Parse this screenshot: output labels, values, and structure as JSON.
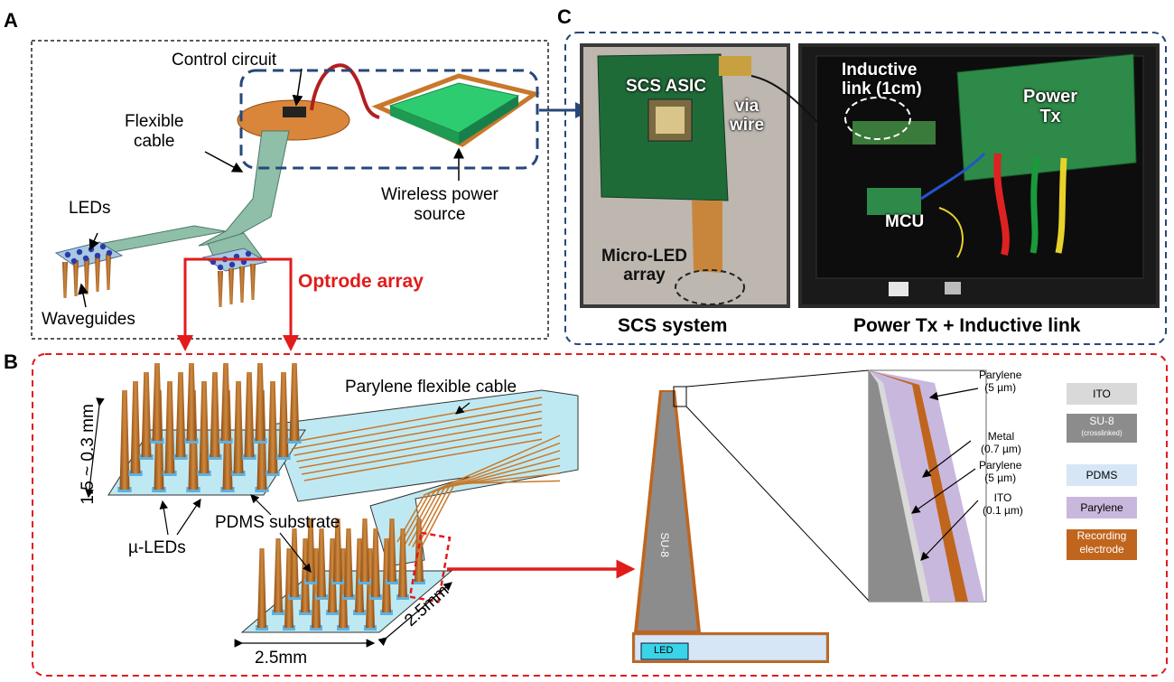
{
  "panels": {
    "a": "A",
    "b": "B",
    "c": "C"
  },
  "panelA": {
    "control_circuit": "Control circuit",
    "flexible_cable": "Flexible\ncable",
    "wireless_power_source": "Wireless power\nsource",
    "leds": "LEDs",
    "waveguides": "Waveguides",
    "optrode_array": "Optrode array"
  },
  "panelC": {
    "scs_asic": "SCS ASIC",
    "via_wire": "via\nwire",
    "micro_led_array": "Micro-LED\narray",
    "inductive_link": "Inductive\nlink (1cm)",
    "power_tx": "Power\nTx",
    "mcu": "MCU",
    "caption_left": "SCS system",
    "caption_right": "Power Tx + Inductive link"
  },
  "panelB": {
    "parylene_cable": "Parylene flexible cable",
    "thickness": "1.5 ~ 0.3 mm",
    "mu_leds": "µ-LEDs",
    "pdms_substrate": "PDMS substrate",
    "dim_bottom": "2.5mm",
    "dim_side": "2.5mm",
    "su8": "SU-8",
    "led": "LED",
    "layers": [
      {
        "name": "Parylene",
        "value": "(5 µm)"
      },
      {
        "name": "Metal",
        "value": "(0.7 µm)"
      },
      {
        "name": "Parylene",
        "value": "(5 µm)"
      },
      {
        "name": "ITO",
        "value": "(0.1 µm)"
      }
    ],
    "legend": [
      {
        "label": "ITO",
        "sub": "",
        "color": "#d9d9d9"
      },
      {
        "label": "SU-8",
        "sub": "(crosslinked)",
        "color": "#8c8c8c"
      },
      {
        "label": "PDMS",
        "sub": "",
        "color": "#d6e6f7"
      },
      {
        "label": "Parylene",
        "sub": "",
        "color": "#c9b8dd"
      },
      {
        "label": "Recording",
        "sub": "electrode",
        "color": "#c0651d"
      }
    ]
  },
  "colors": {
    "red_arrow": "#e21b1b",
    "blue_dash": "#27477a",
    "copper": "#c8782a",
    "pcb": "#1f6b38"
  }
}
